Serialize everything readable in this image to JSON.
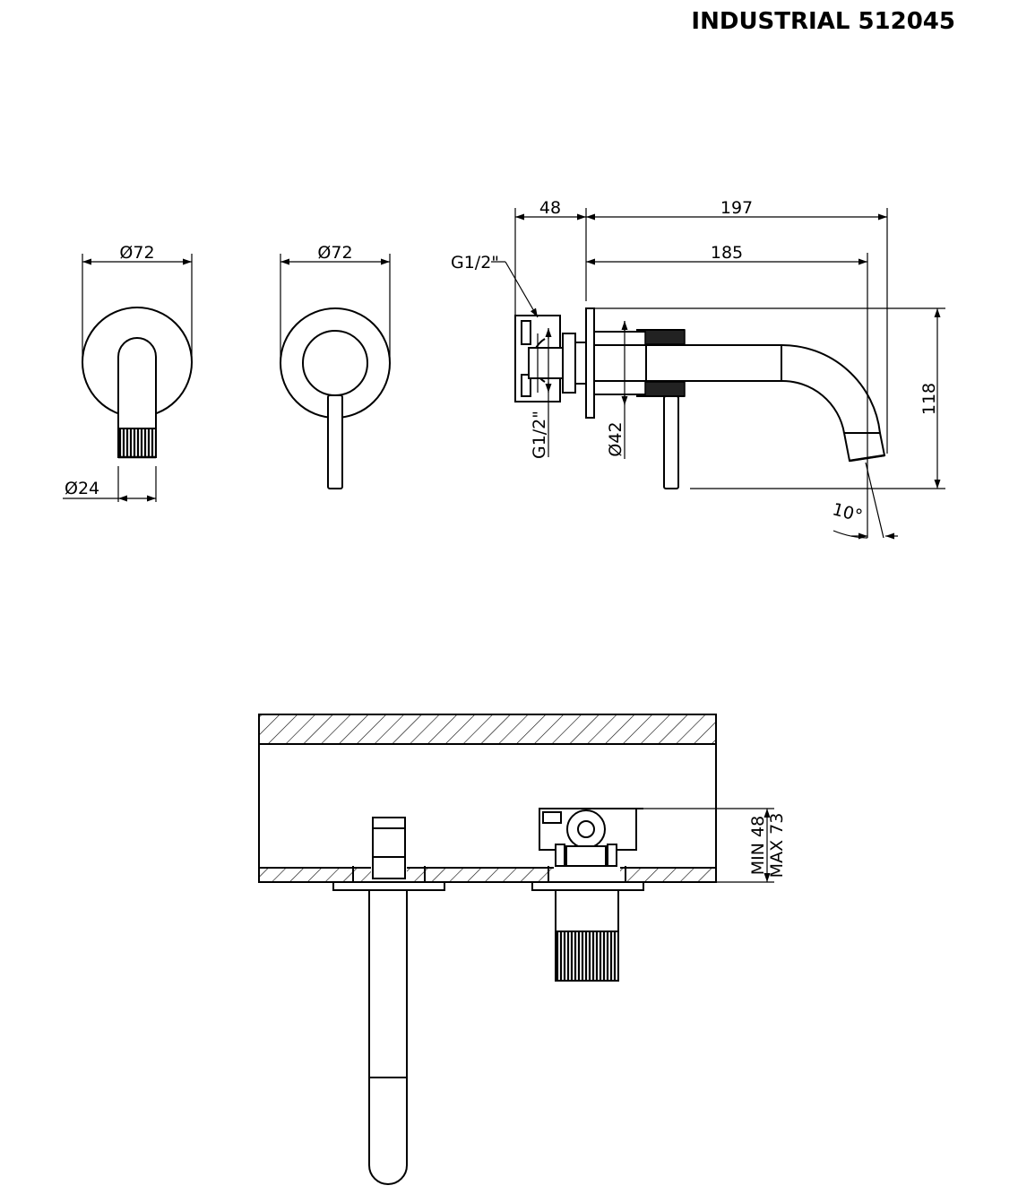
{
  "title": "INDUSTRIAL 512045",
  "dimensions": {
    "spout_plate_diameter": "Ø72",
    "mixer_plate_diameter": "Ø72",
    "spout_outlet_diameter": "Ø24",
    "inlet_depth": "48",
    "total_projection": "197",
    "spout_projection": "185",
    "inlet_thread_top": "G1/2\"",
    "inlet_thread_side": "G1/2\"",
    "body_diameter": "Ø42",
    "height": "118",
    "angle": "10°",
    "wall_depth_min": "MIN 48",
    "wall_depth_max": "MAX 73"
  },
  "colors": {
    "line": "#000000",
    "background": "#ffffff",
    "fill_dark": "#222222"
  }
}
